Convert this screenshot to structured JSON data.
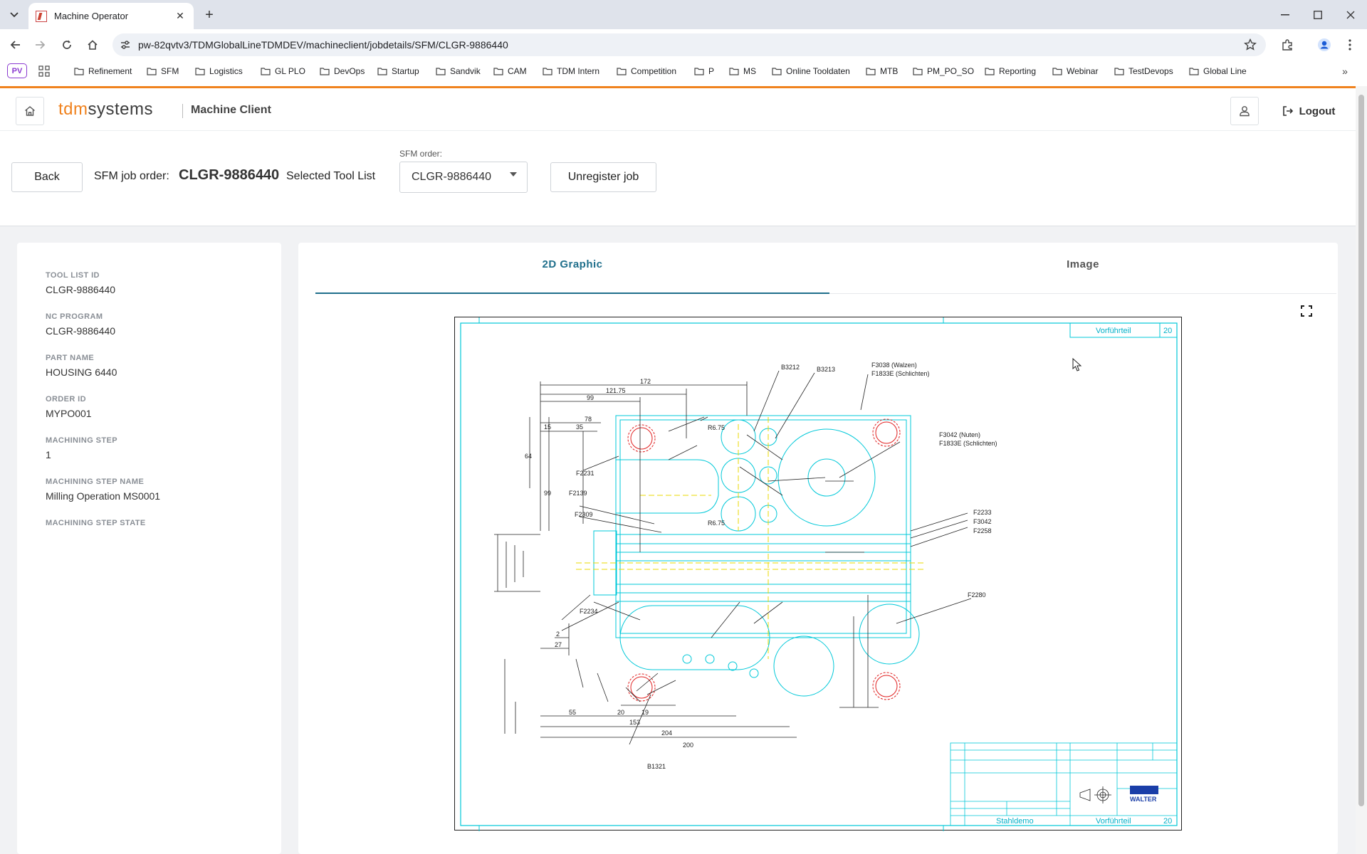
{
  "browser": {
    "tab_title": "Machine Operator",
    "url": "pw-82qvtv3/TDMGlobalLineTDMDEV/machineclient/jobdetails/SFM/CLGR-9886440",
    "profile_badge": "PV",
    "bookmarks": [
      "Refinement",
      "SFM",
      "Logistics",
      "GL PLO",
      "DevOps",
      "Startup",
      "Sandvik",
      "CAM",
      "TDM Intern",
      "Competition",
      "P",
      "MS",
      "Online Tooldaten",
      "MTB",
      "PM_PO_SO",
      "Reporting",
      "Webinar",
      "TestDevops",
      "Global Line"
    ]
  },
  "header": {
    "logo_tdm": "tdm",
    "logo_systems": "systems",
    "app_name": "Machine Client",
    "logout_label": "Logout"
  },
  "job": {
    "back_label": "Back",
    "job_order_label": "SFM job order:",
    "job_order_value": "CLGR-9886440",
    "tool_list_label": "Selected Tool List",
    "sfm_order_label": "SFM order:",
    "sfm_order_value": "CLGR-9886440",
    "unregister_label": "Unregister job"
  },
  "info": [
    {
      "label": "TOOL LIST ID",
      "value": "CLGR-9886440"
    },
    {
      "label": "NC PROGRAM",
      "value": "CLGR-9886440"
    },
    {
      "label": "PART NAME",
      "value": "HOUSING 6440"
    },
    {
      "label": "ORDER ID",
      "value": "MYPO001"
    },
    {
      "label": "MACHINING STEP",
      "value": "1"
    },
    {
      "label": "MACHINING STEP NAME",
      "value": "Milling Operation MS0001"
    },
    {
      "label": "MACHINING STEP STATE",
      "value": ""
    }
  ],
  "graphic": {
    "tab_2d": "2D Graphic",
    "tab_image": "Image",
    "drawing": {
      "stamp": "Vorführteil",
      "stamp_num": "20",
      "labels": {
        "b3212": "B3212",
        "b3213": "B3213",
        "f3038a": "F3038 (Walzen)",
        "f3038b": "F1833E (Schlichten)",
        "f3042a": "F3042 (Nuten)",
        "f3042b": "F1833E (Schlichten)",
        "f2233": "F2233",
        "f3042": "F3042",
        "f2258": "F2258",
        "f2280": "F2280",
        "f2231": "F2231",
        "f2139": "F2139",
        "f2309": "F2309",
        "f2234": "F2234",
        "b1321": "B1321"
      },
      "dims": {
        "d172": "172",
        "d12175": "121.75",
        "d99": "99",
        "d78": "78",
        "d15": "15",
        "d35": "35",
        "d64": "64",
        "d99v": "99",
        "dr675": "R6.75",
        "dr675b": "R6.75",
        "d55": "55",
        "d20": "20",
        "d19": "19",
        "d153": "153",
        "d204": "204",
        "d200": "200",
        "d27": "27",
        "d2": "2"
      },
      "title_block": {
        "company": "WALTER",
        "stahldemo": "Stahldemo"
      }
    }
  }
}
